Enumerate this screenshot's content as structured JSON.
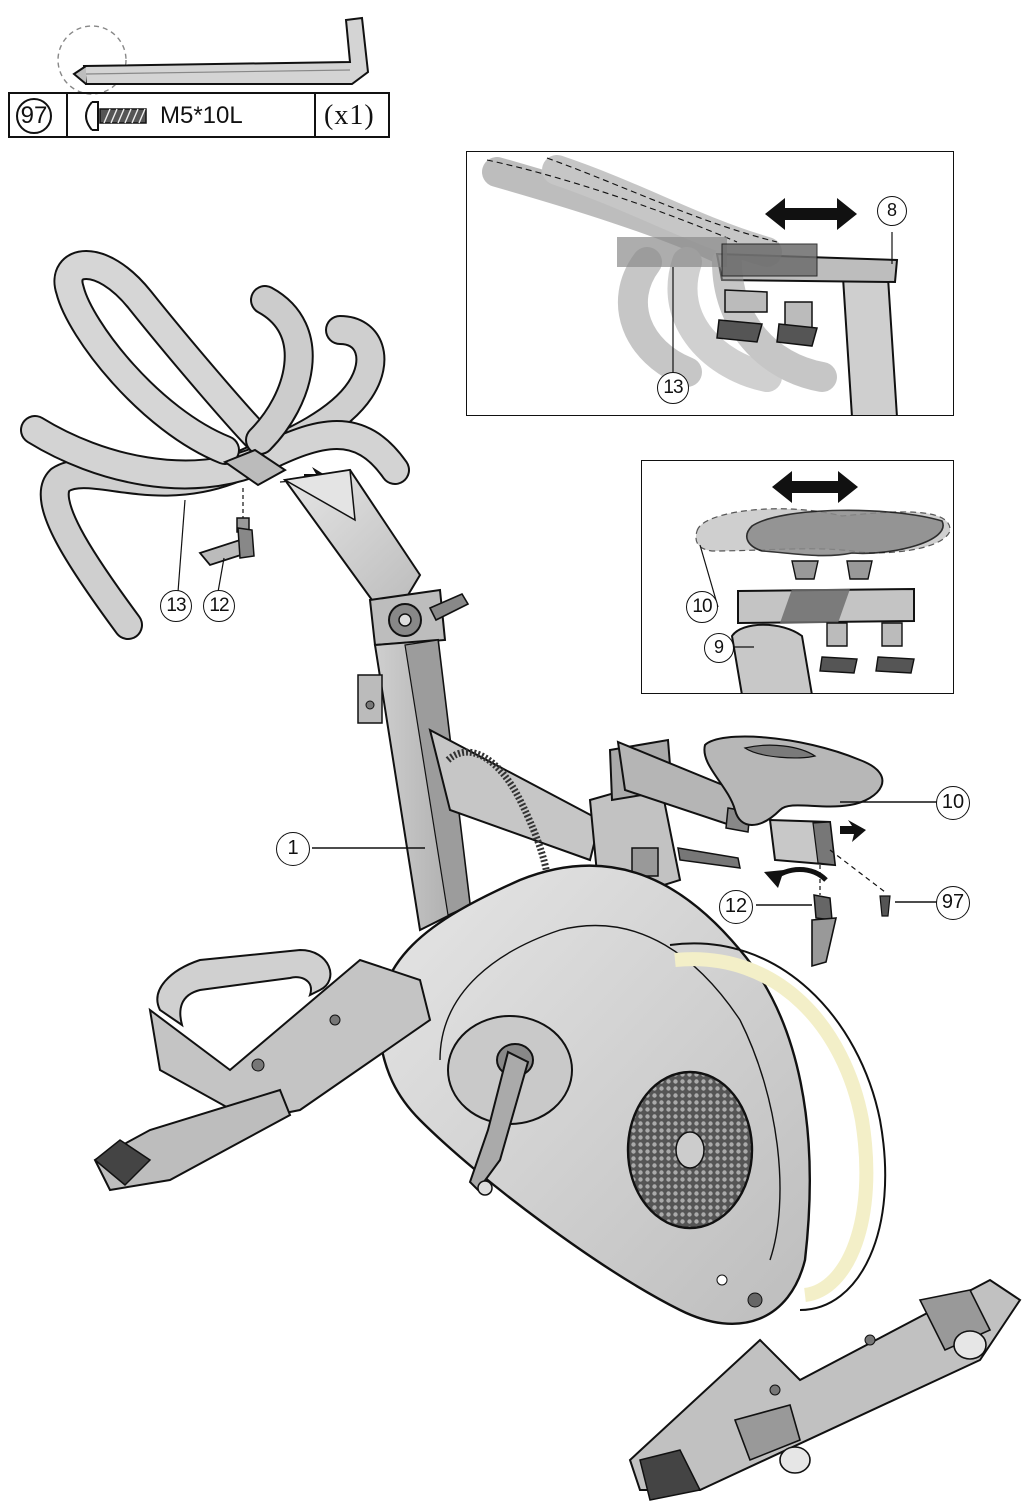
{
  "parts_table": {
    "part_number": "97",
    "spec": "M5*10L",
    "quantity": "(x1)"
  },
  "callouts": {
    "handlebar": "13",
    "handlebar_knob": "12",
    "frame": "1",
    "seat": "10",
    "seat_knob": "12",
    "seat_screw": "97",
    "inset_top_post": "8",
    "inset_top_handlebar": "13",
    "inset_seat": "10",
    "inset_seat_post": "9"
  }
}
